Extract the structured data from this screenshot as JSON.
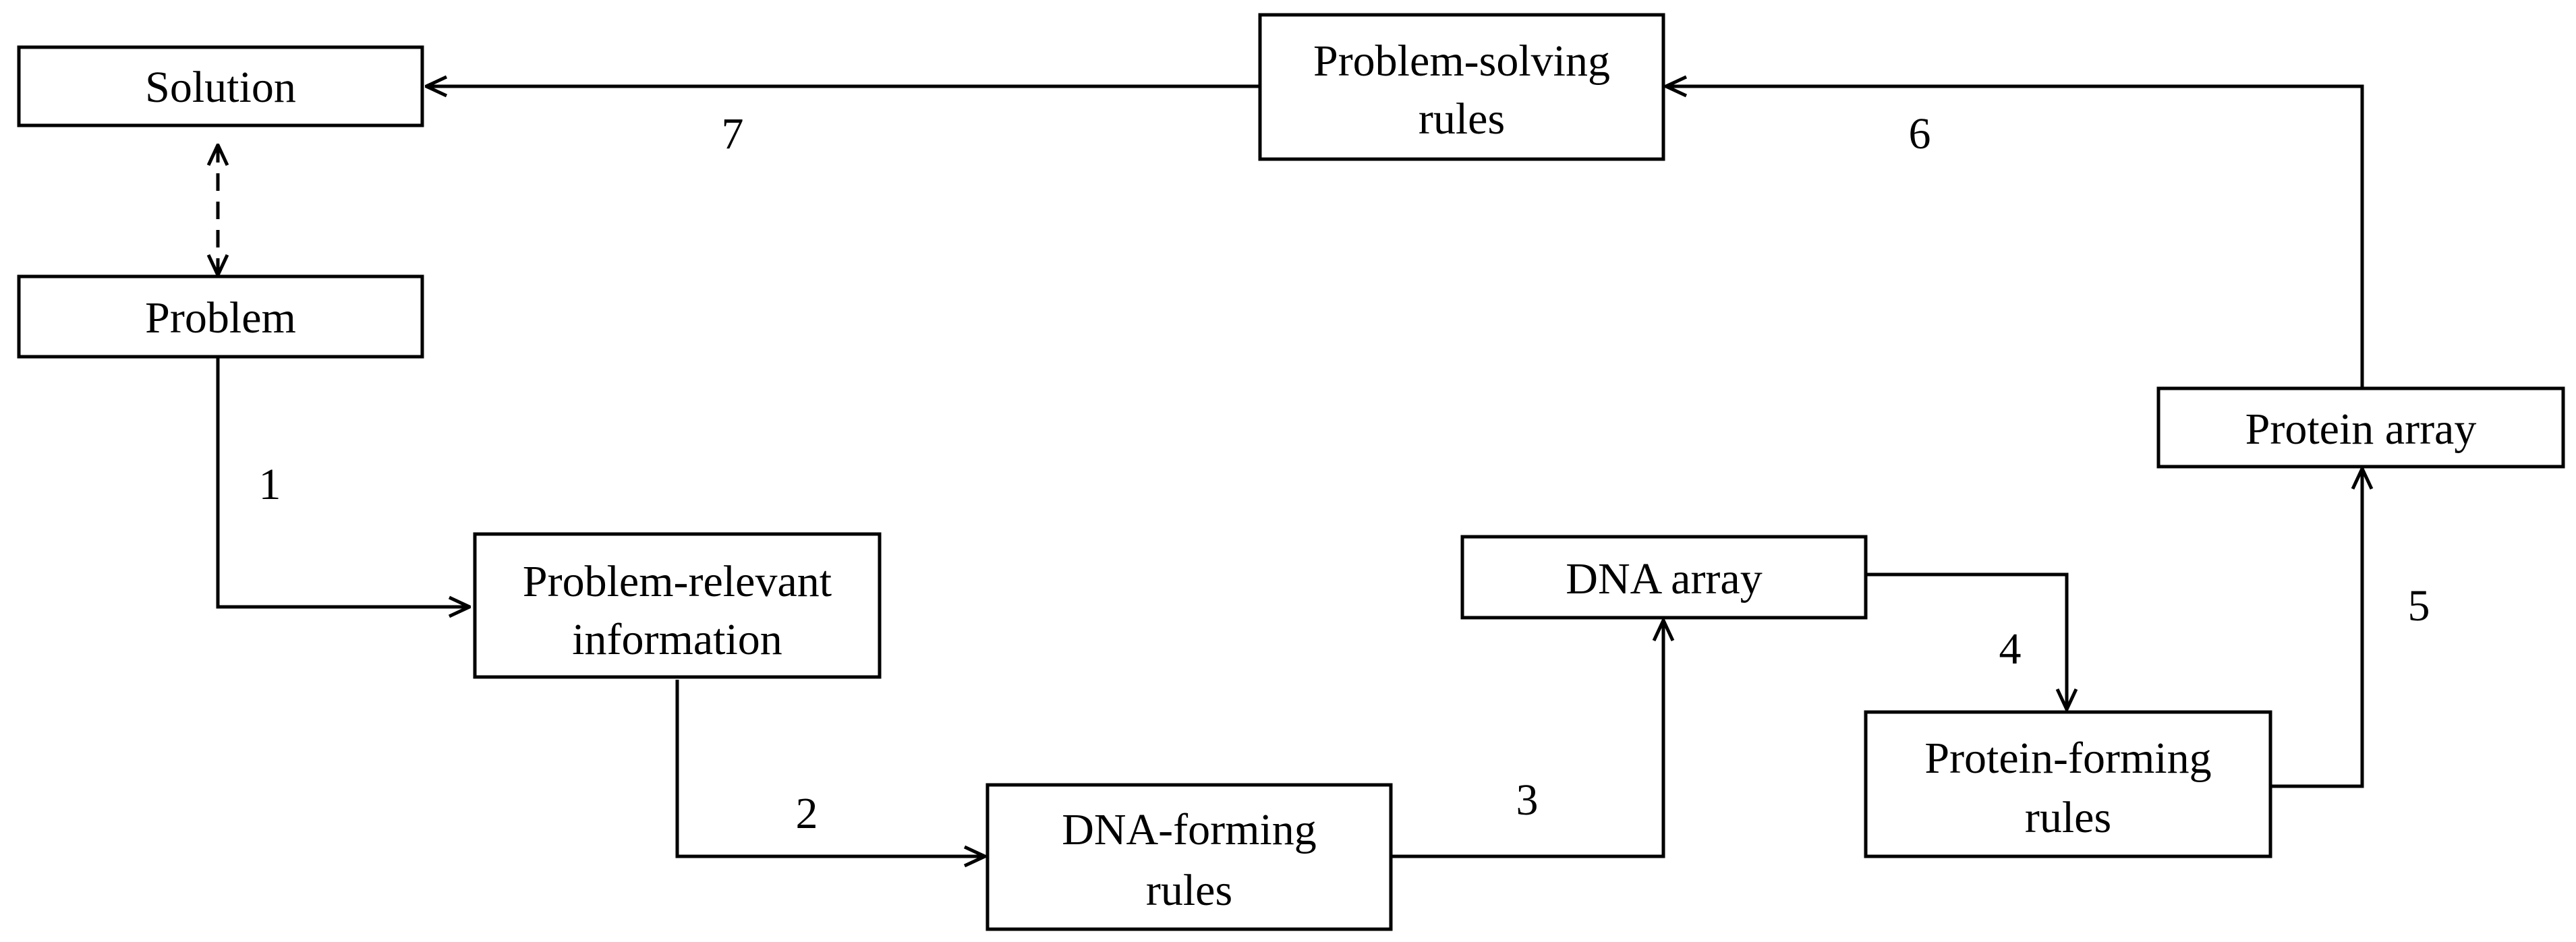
{
  "nodes": {
    "solution": {
      "lines": [
        "Solution"
      ]
    },
    "problem": {
      "lines": [
        "Problem"
      ]
    },
    "problem_relevant_information": {
      "lines": [
        "Problem-relevant",
        "information"
      ]
    },
    "dna_forming_rules": {
      "lines": [
        "DNA-forming",
        "rules"
      ]
    },
    "dna_array": {
      "lines": [
        "DNA array"
      ]
    },
    "protein_forming_rules": {
      "lines": [
        "Protein-forming",
        "rules"
      ]
    },
    "protein_array": {
      "lines": [
        "Protein array"
      ]
    },
    "problem_solving_rules": {
      "lines": [
        "Problem-solving",
        "rules"
      ]
    }
  },
  "edges": {
    "step_1": {
      "label": "1",
      "from": "problem",
      "to": "problem_relevant_information"
    },
    "step_2": {
      "label": "2",
      "from": "problem_relevant_information",
      "to": "dna_forming_rules"
    },
    "step_3": {
      "label": "3",
      "from": "dna_forming_rules",
      "to": "dna_array"
    },
    "step_4": {
      "label": "4",
      "from": "dna_array",
      "to": "protein_forming_rules"
    },
    "step_5": {
      "label": "5",
      "from": "protein_forming_rules",
      "to": "protein_array"
    },
    "step_6": {
      "label": "6",
      "from": "protein_array",
      "to": "problem_solving_rules"
    },
    "step_7": {
      "label": "7",
      "from": "problem_solving_rules",
      "to": "solution"
    },
    "solution_problem_link": {
      "from": "problem",
      "to": "solution",
      "style": "dashed-bidirectional"
    }
  },
  "colors": {
    "stroke": "#000000",
    "background": "#ffffff",
    "text": "#000000"
  }
}
